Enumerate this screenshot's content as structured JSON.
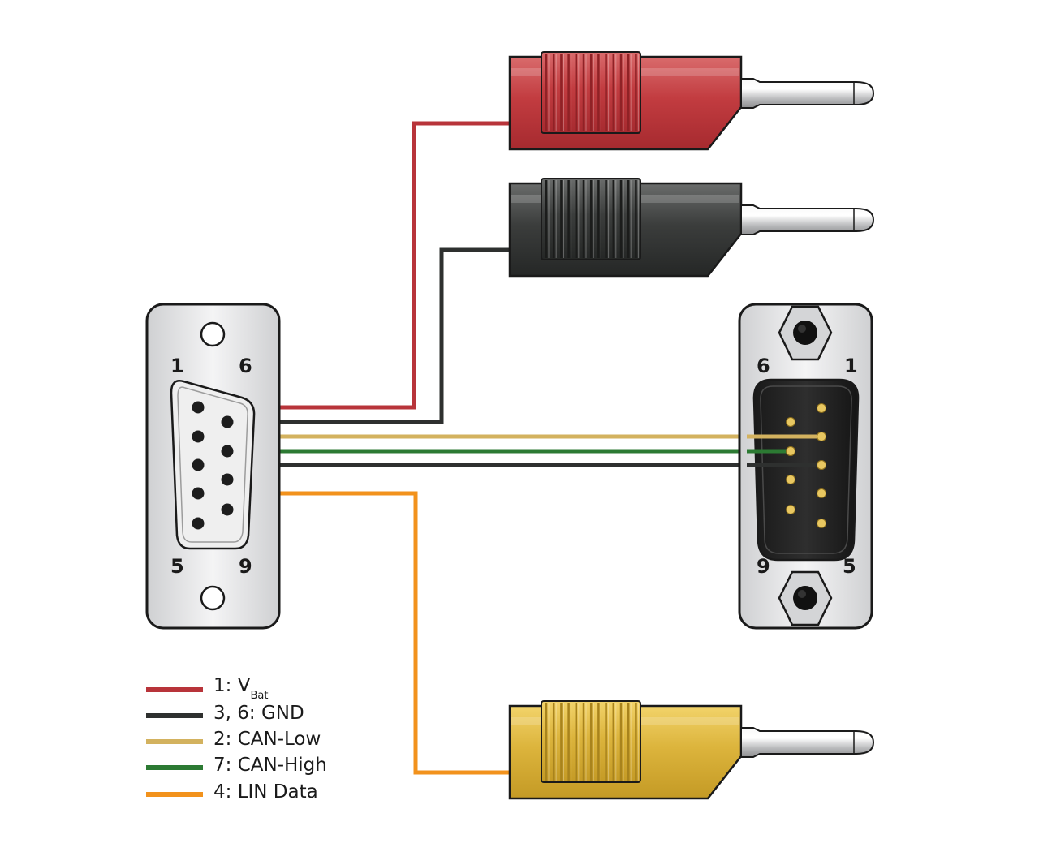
{
  "female_connector": {
    "labels": {
      "top_left": "1",
      "top_right": "6",
      "bottom_left": "5",
      "bottom_right": "9"
    }
  },
  "male_connector": {
    "labels": {
      "top_left": "6",
      "top_right": "1",
      "bottom_left": "9",
      "bottom_right": "5"
    }
  },
  "plugs": [
    {
      "name": "red",
      "color": "#c0393f"
    },
    {
      "name": "black",
      "color": "#3a3c3b"
    },
    {
      "name": "yellow",
      "color": "#d9b13a"
    }
  ],
  "legend": [
    {
      "main": "1: V",
      "sub": "Bat",
      "color": "#b8343a"
    },
    {
      "main": "3, 6: GND",
      "sub": "",
      "color": "#2e302f"
    },
    {
      "main": "2: CAN-Low",
      "sub": "",
      "color": "#d3b25f"
    },
    {
      "main": "7: CAN-High",
      "sub": "",
      "color": "#2c7a33"
    },
    {
      "main": "4: LIN Data",
      "sub": "",
      "color": "#f2921c"
    }
  ]
}
